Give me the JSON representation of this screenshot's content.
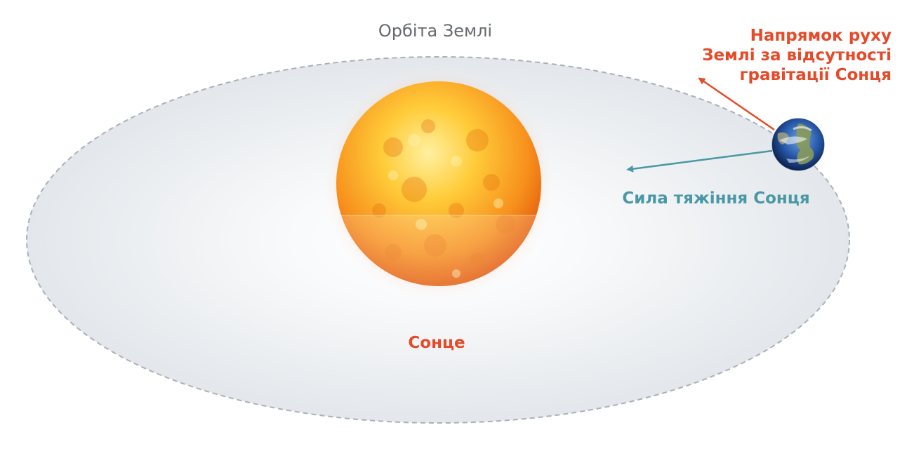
{
  "labels": {
    "orbit": "Орбіта Землі",
    "direction_lines": [
      "Напрямок руху",
      "Землі за відсутності",
      "гравітації Сонця"
    ],
    "gravity": "Сила тяжіння Сонця",
    "sun": "Сонце"
  },
  "colors": {
    "orbit_stroke": "#a9b1b8",
    "orbit_fill": "#e7eaee",
    "direction_arrow": "#e64a28",
    "gravity_arrow": "#4a97a6",
    "sun_core": "#ffd24a",
    "sun_edge": "#e8600c",
    "earth_ocean": "#1f4f9c",
    "earth_land": "#8a9a5b"
  },
  "icons": {
    "sun": "sun-icon",
    "earth": "earth-icon"
  }
}
